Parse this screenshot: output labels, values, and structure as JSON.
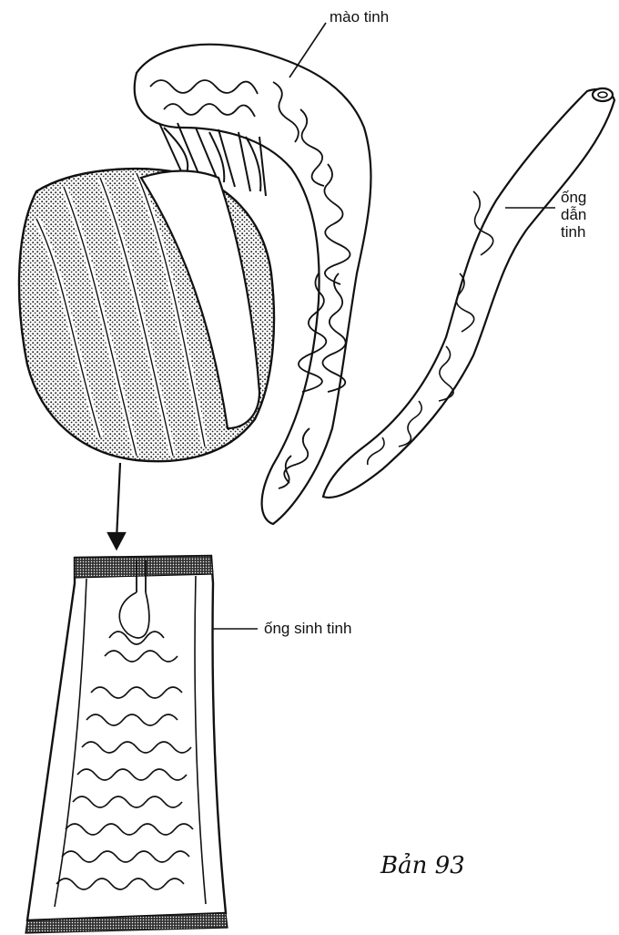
{
  "labels": {
    "epididymis": "mào tinh",
    "vas_deferens_line1": "ống",
    "vas_deferens_line2": "dẫn",
    "vas_deferens_line3": "tinh",
    "seminiferous_tubule": "ống sinh tinh"
  },
  "signature": "Bản 93",
  "colors": {
    "ink": "#111111",
    "paper": "#ffffff",
    "stipple": "#333333"
  }
}
